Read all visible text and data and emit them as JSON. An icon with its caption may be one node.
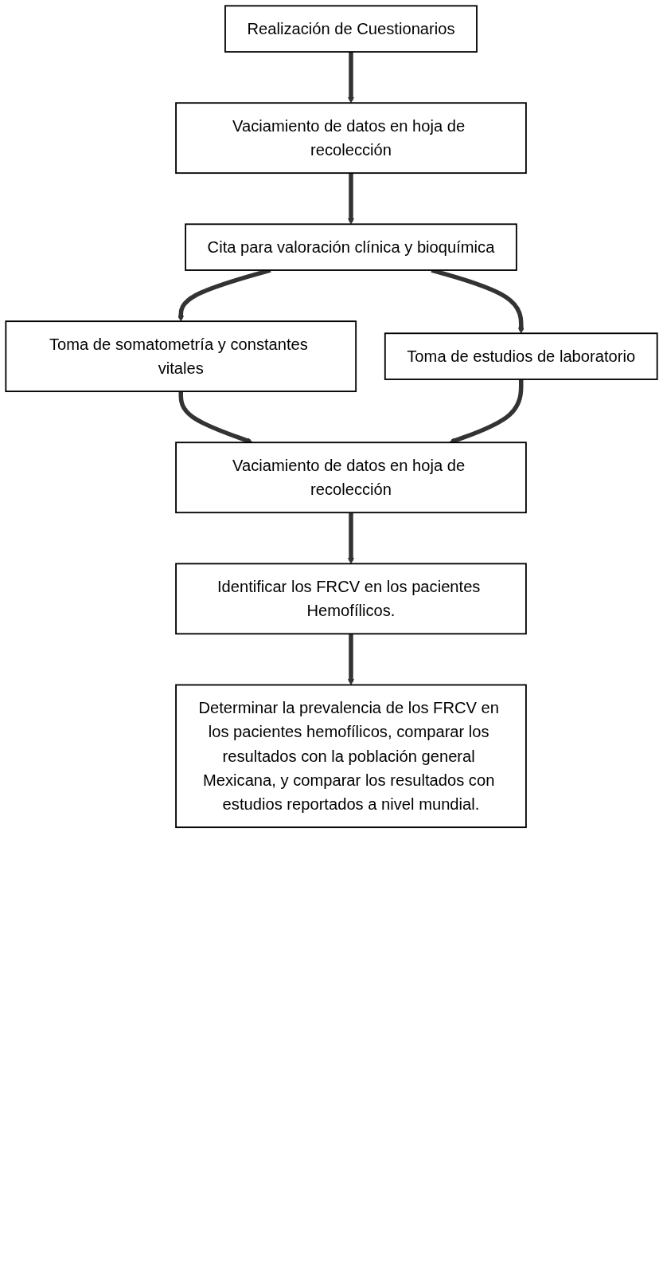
{
  "diagram": {
    "nodes": [
      {
        "text": [
          "Realización de Cuestionarios"
        ]
      },
      {
        "text": [
          "Vaciamiento de datos en hoja de recolección"
        ]
      },
      {
        "text": [
          "Cita para valoración clínica y bioquímica"
        ]
      },
      {
        "text": [
          "Toma de somatometría y constantes vitales"
        ]
      },
      {
        "text": [
          "Toma de estudios de laboratorio"
        ]
      },
      {
        "text": [
          "Vaciamiento de datos en hoja de recolección"
        ]
      },
      {
        "text": [
          "Identificar los FRCV en los pacientes Hemofílicos."
        ]
      },
      {
        "text": [
          "Determinar la prevalencia de los FRCV en los pacientes hemofílicos, comparar los resultados con la población general Mexicana, y comparar los resultados con estudios reportados a nivel mundial."
        ]
      }
    ],
    "edges": [
      {
        "from": 0,
        "to": 1,
        "arrow": "to"
      },
      {
        "from": 1,
        "to": 2,
        "arrow": "to"
      },
      {
        "from": 2,
        "to": 3,
        "arrow": "to"
      },
      {
        "from": 2,
        "to": 4,
        "arrow": "to"
      },
      {
        "from": 3,
        "to": 5,
        "arrow": "to"
      },
      {
        "from": 4,
        "to": 5,
        "arrow": "to"
      },
      {
        "from": 5,
        "to": 6,
        "arrow": "to"
      },
      {
        "from": 6,
        "to": 7,
        "arrow": "to"
      }
    ]
  }
}
